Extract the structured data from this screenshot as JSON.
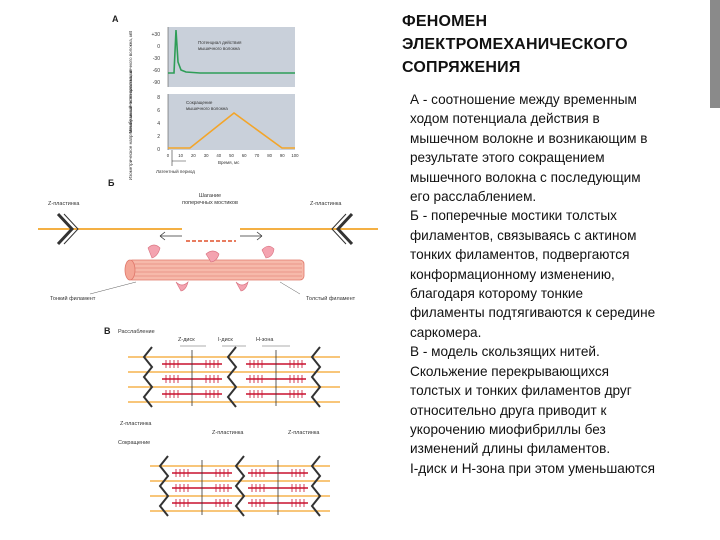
{
  "title_lines": [
    "ФЕНОМЕН",
    "ЭЛЕКТРОМЕХАНИЧЕСКОГО",
    "СОПРЯЖЕНИЯ"
  ],
  "body_lines": [
    "А - соотношение между временным",
    "ходом потенциала действия в",
    "мышечном волокне и возникающим в",
    "результате этого сокращением",
    "мышечного волокна с последующим",
    "его расслаблением.",
    "Б - поперечные мостики толстых",
    "филаментов, связываясь с актином",
    "тонких филаментов, подвергаются",
    "конформационному изменению,",
    "благодаря которому тонкие",
    "филаменты подтягиваются к середине",
    "саркомера.",
    "В - модель скользящих нитей.",
    "Скольжение перекрывающихся",
    "толстых и тонких филаментов друг",
    "относительно друга приводит к",
    "укорочению миофибриллы без",
    "изменений длины филаментов.",
    "I-диск и Н-зона при этом уменьшаются"
  ],
  "figure": {
    "panel_a": {
      "letter": "А",
      "top_chart": {
        "ylabel": "Мембранный потенциал мышечного волокна, мВ",
        "yticks": [
          "+30",
          "0",
          "-30",
          "-60",
          "-90"
        ],
        "legend": [
          "Потенциал действия",
          "мышечного волокна"
        ],
        "color": "#2e9d57"
      },
      "bottom_chart": {
        "ylabel": "Изометрическое напряжение мышечного волокна, кг",
        "yticks": [
          "8",
          "6",
          "4",
          "2",
          "0"
        ],
        "legend": [
          "Сокращение",
          "мышечного волокна"
        ],
        "xticks": [
          "0",
          "10",
          "20",
          "30",
          "40",
          "50",
          "60",
          "70",
          "80",
          "90",
          "100"
        ],
        "xlabel": "Время, мс",
        "stimulus_label": "Латентный период",
        "color": "#f3a52a"
      }
    },
    "panel_b": {
      "letter": "Б",
      "z_plate_left": "Z-пластинка",
      "z_plate_right": "Z-пластинка",
      "bridge_label": [
        "Шагание",
        "поперечных мостиков"
      ],
      "thin_label": "Тонкий филамент",
      "thick_label": "Толстый филамент"
    },
    "panel_c": {
      "letter": "В",
      "relaxed_label": "Расслабление",
      "z_disk_label": "Z-диск",
      "i_disk_label": "I-диск",
      "h_zone_label": "H-зона",
      "z_plate_bottom_left": "Z-пластинка",
      "z_plate_bottom_mid": "Z-пластинка",
      "z_plate_bottom_right": "Z-пластинка",
      "contracted_label": "Сокращение"
    }
  }
}
